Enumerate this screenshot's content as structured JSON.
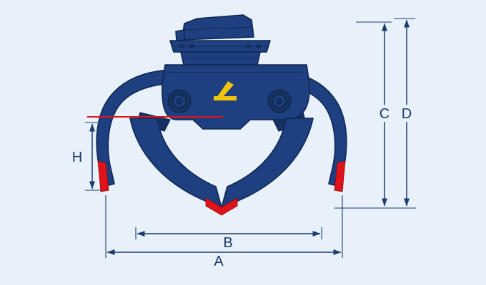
{
  "colors": {
    "background": "#e8f1f9",
    "machine_blue": "#1e4080",
    "machine_outline": "#0e2752",
    "machine_dark": "#16335f",
    "accent_red": "#e0121a",
    "logo_yellow": "#f3c50a",
    "dimension_blue": "#1c3a6e"
  },
  "dimensions": {
    "h": "H",
    "c": "C",
    "d": "D",
    "b": "B",
    "a": "A"
  },
  "illustration": {
    "icon": "orange-peel-grapple-illustration"
  }
}
